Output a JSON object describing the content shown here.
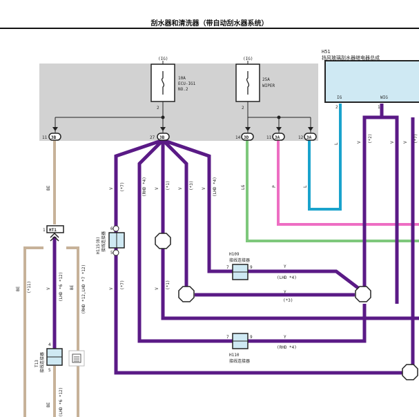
{
  "header": {
    "title": "刮水器和清洗器（带自动刮水器系统）"
  },
  "fuses": [
    {
      "id": "fuse-ecu-ig1",
      "supply": "(IG)",
      "rating": "10A",
      "name1": "ECU-IG1",
      "name2": "NO.2",
      "out_pin": "2"
    },
    {
      "id": "fuse-wiper",
      "supply": "(IG)",
      "rating": "25A",
      "name1": "WIPER",
      "name2": "",
      "out_pin": "2"
    }
  ],
  "relay": {
    "code": "H51",
    "name": "挡风玻璃刮水器继电器总成",
    "pin_ig_label": "IG",
    "pin_ig_num": "2",
    "pin_wig_label": "WIG",
    "pin_wig_num": "16"
  },
  "connectors": [
    {
      "pin": "11",
      "code": "3B"
    },
    {
      "pin": "27",
      "code": "3B"
    },
    {
      "pin": "14",
      "code": "3D"
    },
    {
      "pin": "11",
      "code": "3A"
    },
    {
      "pin": "12",
      "code": "3A"
    }
  ],
  "wire_labels": {
    "be": "BE",
    "v": "V",
    "lg": "LG",
    "p": "P",
    "l": "L",
    "y": "Y",
    "n7": "(*7)",
    "rhd4": "(RHD *4)",
    "n1": "(*1)",
    "n3": "(*3)",
    "lhd4": "(LHD *4)",
    "n2": "(*2)",
    "n11": "(*11)",
    "lhd6_12": "(LHD *6 *12)",
    "rhd12_lhd7_12": "(RHD *12,LHD *7 *12)"
  },
  "ht1": {
    "pin": "1",
    "code": "HT1"
  },
  "h115": {
    "code": "H115(B)",
    "name": "接线连接器",
    "pin_top": "6",
    "pin_bottom": "5"
  },
  "h109": {
    "code": "H109",
    "name": "接线连接器",
    "pin_left": "7",
    "pin_right": "9"
  },
  "h110": {
    "code": "H110",
    "name": "接线连接器",
    "pin_left": "7",
    "pin_right": "9"
  },
  "t13": {
    "code": "T13",
    "name": "接线连接器",
    "pin_top": "4",
    "pin_bottom": "5"
  },
  "colors": {
    "purple": "#5a1a86",
    "tan": "#c7b299",
    "green": "#7ec87c",
    "pink": "#ee6ec3",
    "cyan": "#1aa3cc",
    "ecu_box": "#d2d2d2",
    "relay_box": "#cfe9f3"
  }
}
